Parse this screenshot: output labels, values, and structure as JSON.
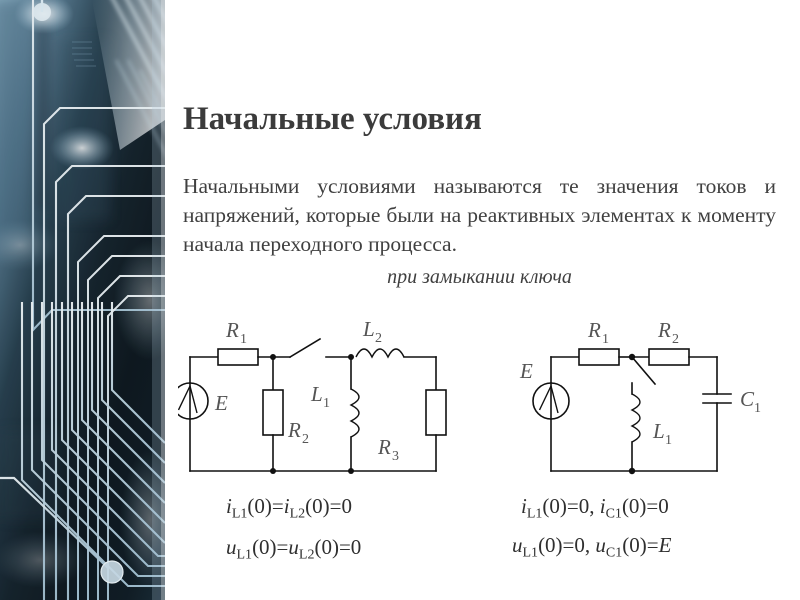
{
  "slide": {
    "title": "Начальные условия",
    "body_text": "Начальными условиями называются те значения токов и напряжений, которые были на реактивных элементах к моменту начала переходного процесса.",
    "caption": "при замыкании ключа",
    "background_color": "#ffffff",
    "title_color": "#3b3b3b",
    "text_color": "#404040"
  },
  "decor": {
    "name": "circuit-board-photo",
    "palette": {
      "dark": "#0d1820",
      "mid": "#2e4b5e",
      "light": "#a9c6d8",
      "highlight": "#eaf4fa",
      "trace": "#cfe2ee"
    }
  },
  "circuit_left": {
    "name": "rl-circuit-with-switch",
    "labels": {
      "source": "E",
      "r1": "R",
      "r1_sub": "1",
      "r2": "R",
      "r2_sub": "2",
      "r3": "R",
      "r3_sub": "3",
      "l1": "L",
      "l1_sub": "1",
      "l2": "L",
      "l2_sub": "2"
    },
    "components": [
      "emf-source-E",
      "resistor-R1",
      "resistor-R2",
      "resistor-R3",
      "inductor-L1",
      "inductor-L2",
      "switch-open"
    ]
  },
  "circuit_right": {
    "name": "rlc-circuit-with-switch",
    "labels": {
      "source": "E",
      "r1": "R",
      "r1_sub": "1",
      "r2": "R",
      "r2_sub": "2",
      "l1": "L",
      "l1_sub": "1",
      "c1": "C",
      "c1_sub": "1"
    },
    "components": [
      "emf-source-E",
      "resistor-R1",
      "resistor-R2",
      "inductor-L1",
      "capacitor-C1",
      "switch-open"
    ]
  },
  "formulas": {
    "left_1": {
      "p1": "i",
      "s1": "L1",
      "p2": "(0)=",
      "p3": "i",
      "s2": "L2",
      "p4": "(0)=0"
    },
    "left_2": {
      "p1": "u",
      "s1": "L1",
      "p2": "(0)=",
      "p3": "u",
      "s2": "L2",
      "p4": "(0)=0"
    },
    "right_1": {
      "p1": "i",
      "s1": "L1",
      "p2": "(0)=0, ",
      "p3": "i",
      "s2": "C1",
      "p4": "(0)=0"
    },
    "right_2": {
      "p1": "u",
      "s1": "L1",
      "p2": "(0)=0, ",
      "p3": "u",
      "s2": "C1",
      "p4": "(0)=",
      "p5": "E"
    }
  }
}
